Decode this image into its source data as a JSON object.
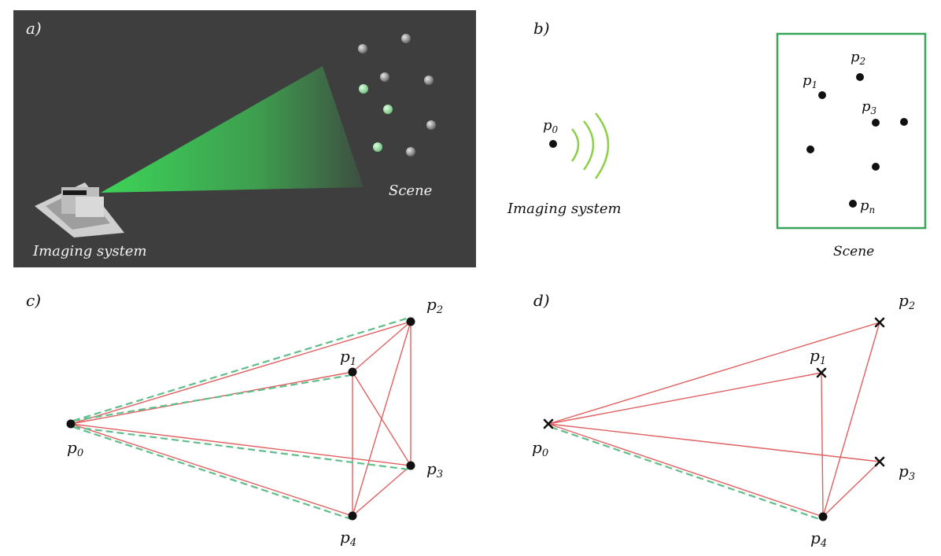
{
  "panel_a": {
    "tag": "a)",
    "imaging_label": "Imaging system",
    "scene_label": "Scene"
  },
  "panel_b": {
    "tag": "b)",
    "p0": "p",
    "p0_sub": "0",
    "imaging_label": "Imaging system",
    "scene_label": "Scene",
    "p1": "p",
    "p1_sub": "1",
    "p2": "p",
    "p2_sub": "2",
    "p3": "p",
    "p3_sub": "3",
    "pn": "p",
    "pn_sub": "n"
  },
  "panel_c": {
    "tag": "c)",
    "p0": "p",
    "p0_sub": "0",
    "p1": "p",
    "p1_sub": "1",
    "p2": "p",
    "p2_sub": "2",
    "p3": "p",
    "p3_sub": "3",
    "p4": "p",
    "p4_sub": "4"
  },
  "panel_d": {
    "tag": "d)",
    "p0": "p",
    "p0_sub": "0",
    "p1": "p",
    "p1_sub": "1",
    "p2": "p",
    "p2_sub": "2",
    "p3": "p",
    "p3_sub": "3",
    "p4": "p",
    "p4_sub": "4"
  },
  "colors": {
    "beam": "#3ddc5a",
    "panel_a_bg": "#3e3e3e",
    "edge_red": "#e06060",
    "path_green": "#5fbf8a",
    "scene_frame": "#3aa35a"
  }
}
